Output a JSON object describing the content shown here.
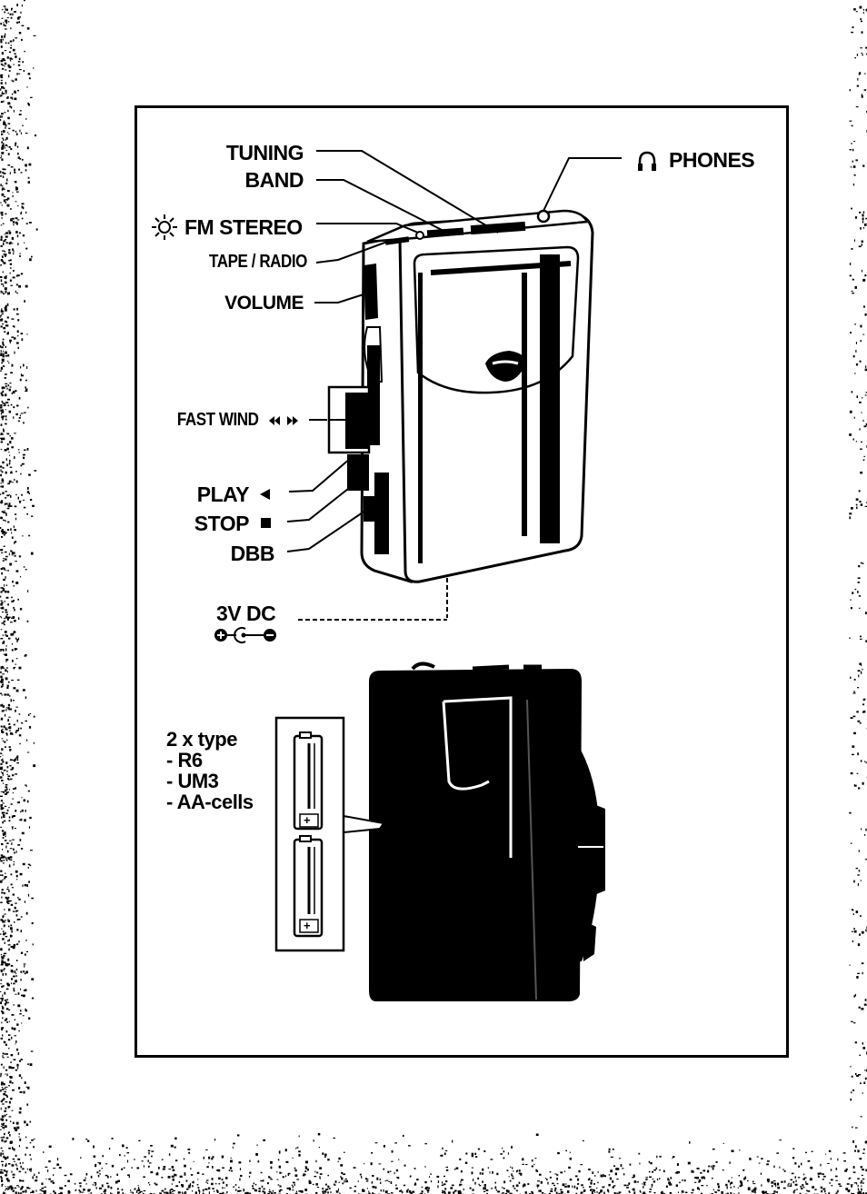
{
  "labels": {
    "tuning": "TUNING",
    "band": "BAND",
    "fm_stereo": "FM STEREO",
    "tape_radio": "TAPE / RADIO",
    "volume": "VOLUME",
    "fast_wind": "FAST WIND",
    "play": "PLAY",
    "stop": "STOP",
    "dbb": "DBB",
    "phones": "PHONES",
    "dc_input": "3V DC"
  },
  "icons": {
    "fm_stereo": "sun-indicator-icon",
    "phones": "headphones-icon",
    "fast_wind": "rewind-forward-arrows-icon",
    "play": "play-left-triangle-icon",
    "stop": "stop-square-icon",
    "dc_polarity": "dc-polarity-icon"
  },
  "battery": {
    "title": "2 x type",
    "types": [
      "- R6",
      "- UM3",
      "- AA-cells"
    ],
    "terminal": "+"
  }
}
